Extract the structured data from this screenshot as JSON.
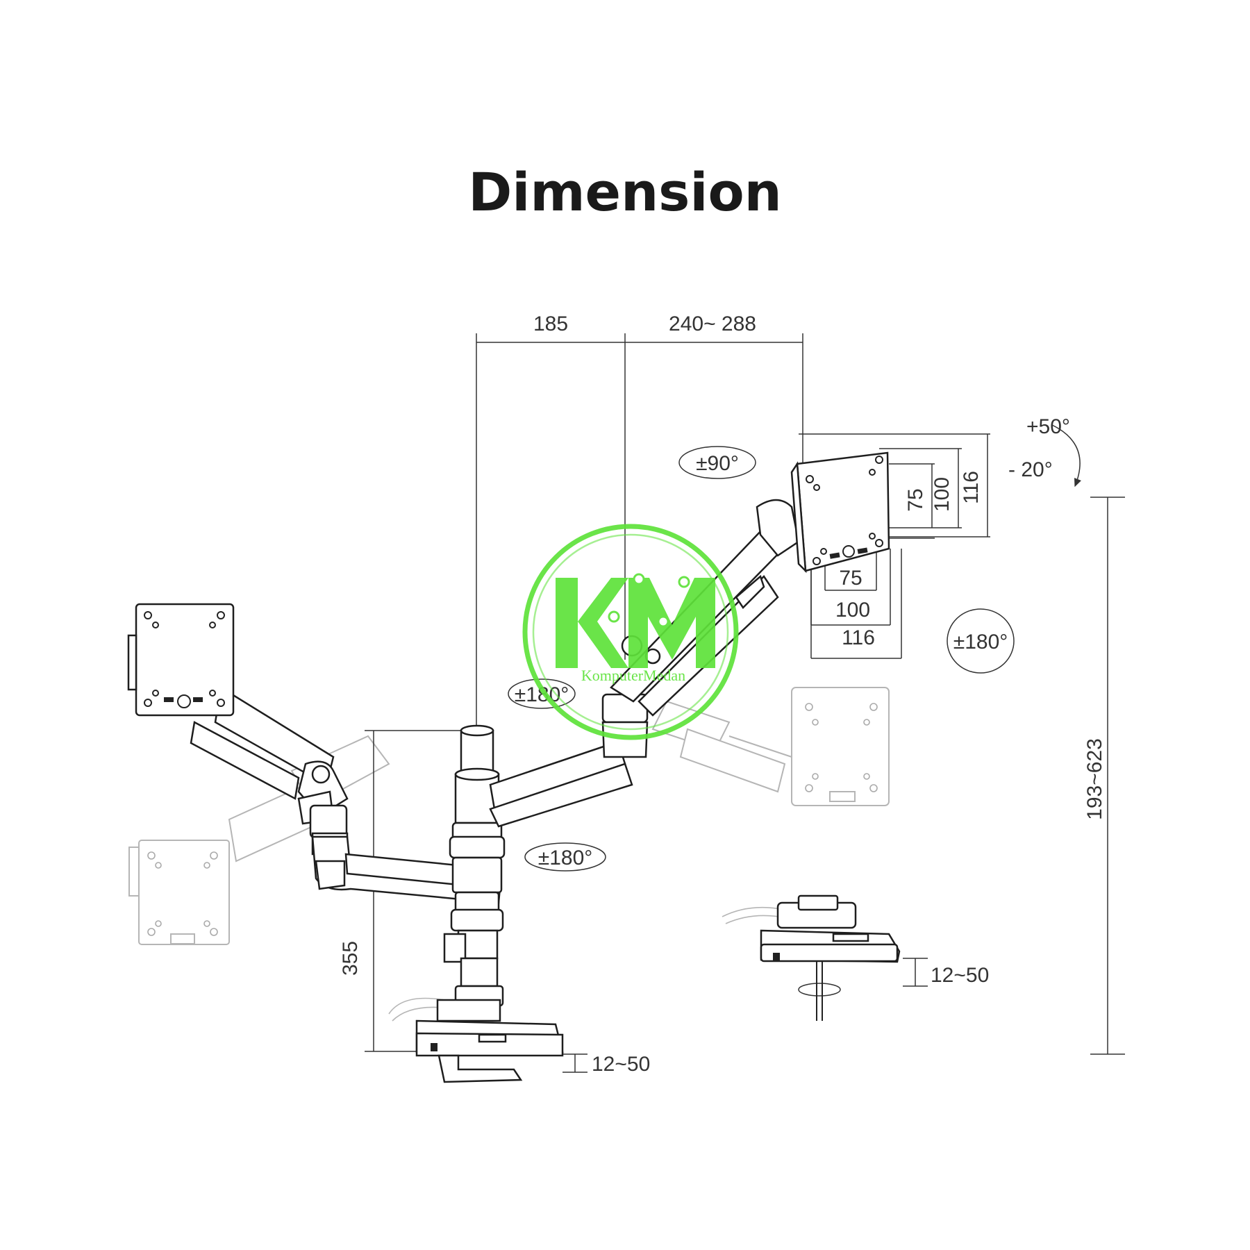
{
  "title": "Dimension",
  "dimensions": {
    "top_left_width": "185",
    "top_right_width": "240~ 288",
    "arm_height": "355",
    "total_height": "193~623",
    "clamp_thickness_front": "12~50",
    "clamp_thickness_side": "12~50",
    "vesa_h_75": "75",
    "vesa_h_100": "100",
    "vesa_h_116": "116",
    "vesa_v_75": "75",
    "vesa_v_100": "100",
    "vesa_v_116": "116"
  },
  "rotations": {
    "tilt_up": "+50°",
    "tilt_down": "- 20°",
    "swivel_head": "±90°",
    "rotate_panel": "±180°",
    "rotate_upper_arm": "±180°",
    "rotate_lower_arm": "±180°"
  },
  "watermark": {
    "logo": "KM",
    "text": "KomputerMedan",
    "color": "#5ee23a"
  }
}
